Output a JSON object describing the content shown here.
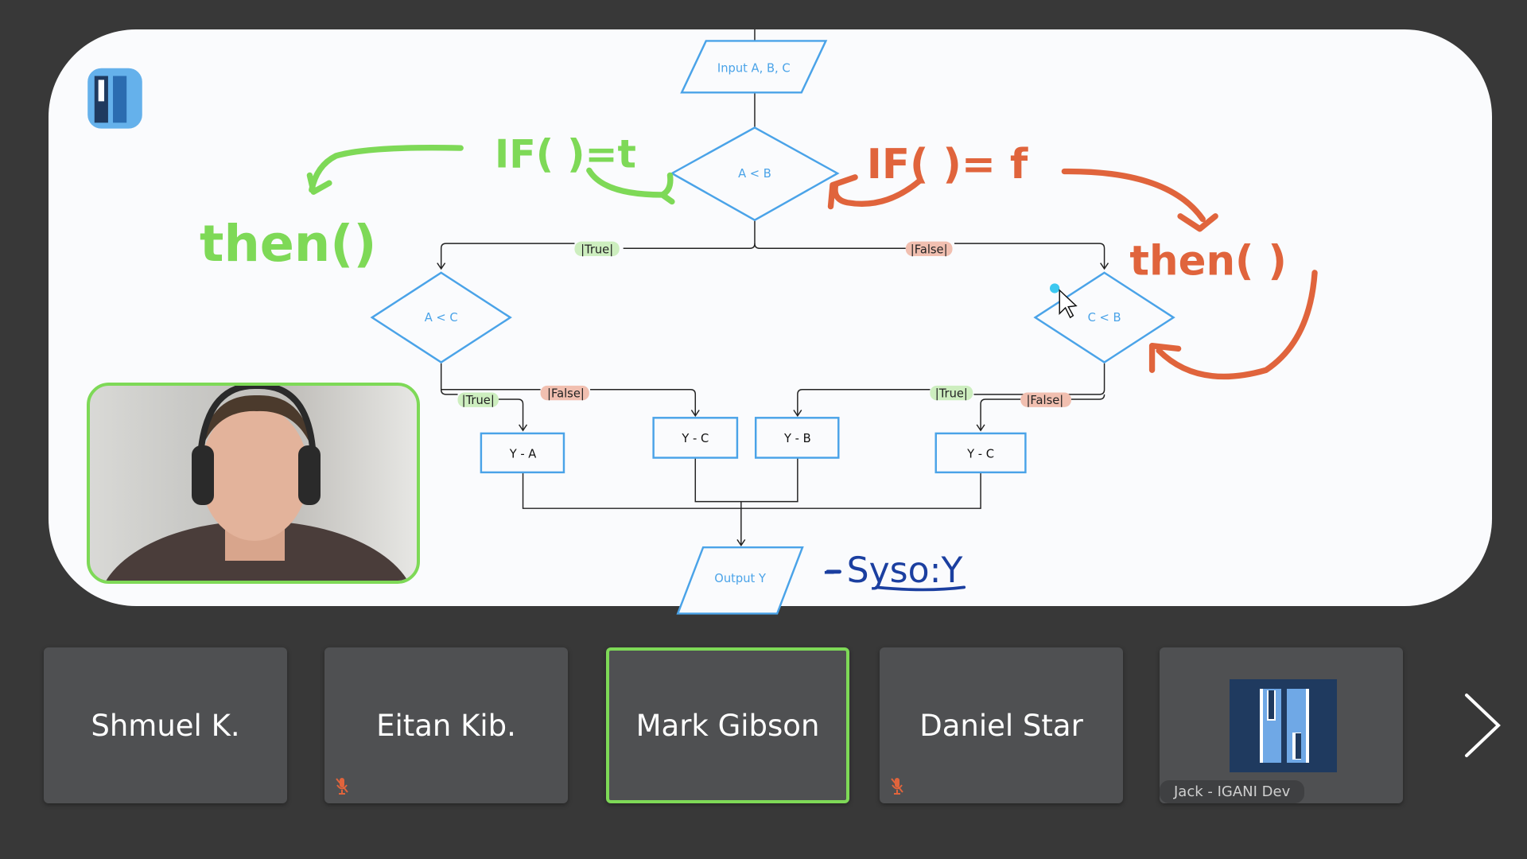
{
  "flowchart": {
    "input": "Input A, B, C",
    "decision_ab": "A < B",
    "decision_ac": "A < C",
    "decision_cb": "C < B",
    "true_label": "|True|",
    "false_label": "|False|",
    "box_ya": "Y - A",
    "box_yc_1": "Y - C",
    "box_yb": "Y - B",
    "box_yc_2": "Y - C",
    "output": "Output Y"
  },
  "annotations": {
    "if_true": "IF( )=t",
    "then_left": "then()",
    "if_false": "IF( )= f",
    "then_right": "then( )",
    "syso": "- Syso:Y"
  },
  "colors": {
    "green": "#7ed957",
    "orange": "#e0643c",
    "blue_ink": "#1b3fa0",
    "flow_blue": "#4aa3e8"
  },
  "participants": [
    {
      "name": "Shmuel K.",
      "muted": false
    },
    {
      "name": "Eitan Kib.",
      "muted": true
    },
    {
      "name": "Mark Gibson",
      "muted": false,
      "active": true
    },
    {
      "name": "Daniel Star",
      "muted": true
    },
    {
      "name": "Jack - IGANI Dev",
      "muted": false
    }
  ]
}
